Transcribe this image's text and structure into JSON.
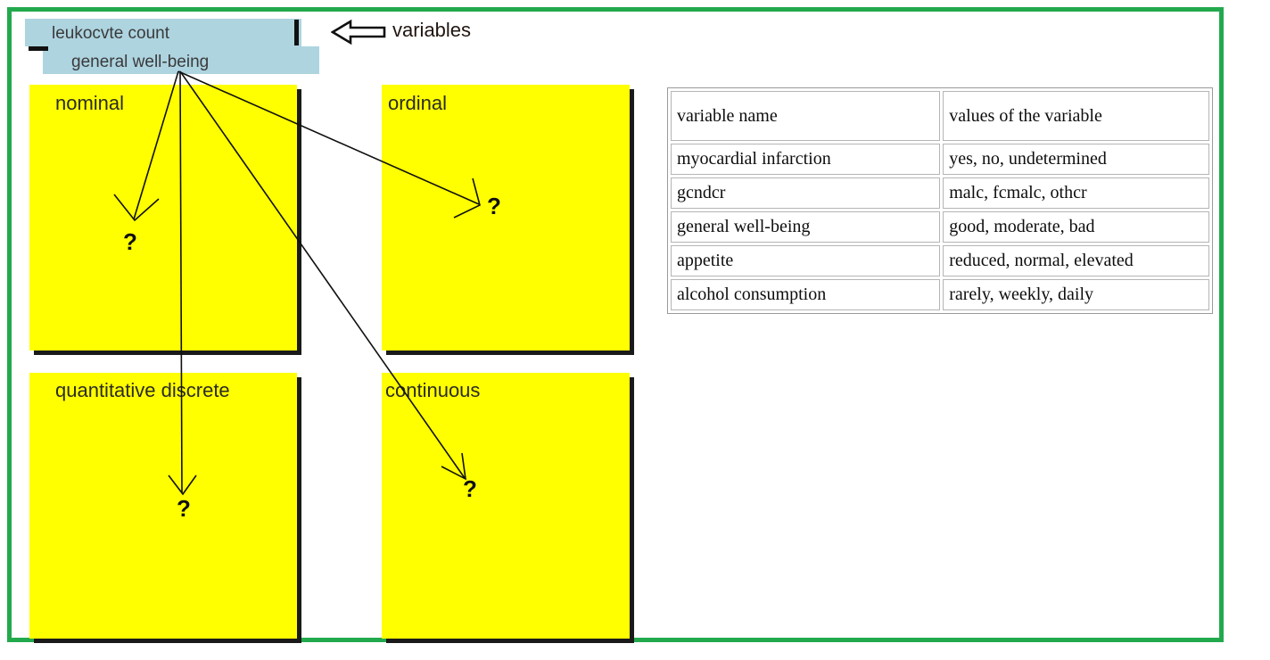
{
  "diagram": {
    "frame_color": "#23a94d",
    "pointer": {
      "arrow_icon": "left-arrow-icon",
      "label": "variables"
    },
    "variable_pool": {
      "background_color": "#aed4e0",
      "items": [
        "leukocvte count",
        "general well-being"
      ]
    },
    "boxes": [
      {
        "id": "nominal",
        "label": "nominal",
        "marker": "?",
        "color": "#ffff00"
      },
      {
        "id": "ordinal",
        "label": "ordinal",
        "marker": "?",
        "color": "#ffff00"
      },
      {
        "id": "discrete",
        "label": "quantitative discrete",
        "marker": "?",
        "color": "#ffff00"
      },
      {
        "id": "continuous",
        "label": "continuous",
        "marker": "?",
        "color": "#ffff00"
      }
    ]
  },
  "table": {
    "headers": [
      "variable name",
      "values of the variable"
    ],
    "rows": [
      [
        "myocardial infarction",
        "yes, no, undetermined"
      ],
      [
        "gcndcr",
        "malc, fcmalc, othcr"
      ],
      [
        "general well-being",
        "good, moderate, bad"
      ],
      [
        "appetite",
        "reduced, normal, elevated"
      ],
      [
        "alcohol consumption",
        "rarely, weekly, daily"
      ]
    ]
  }
}
